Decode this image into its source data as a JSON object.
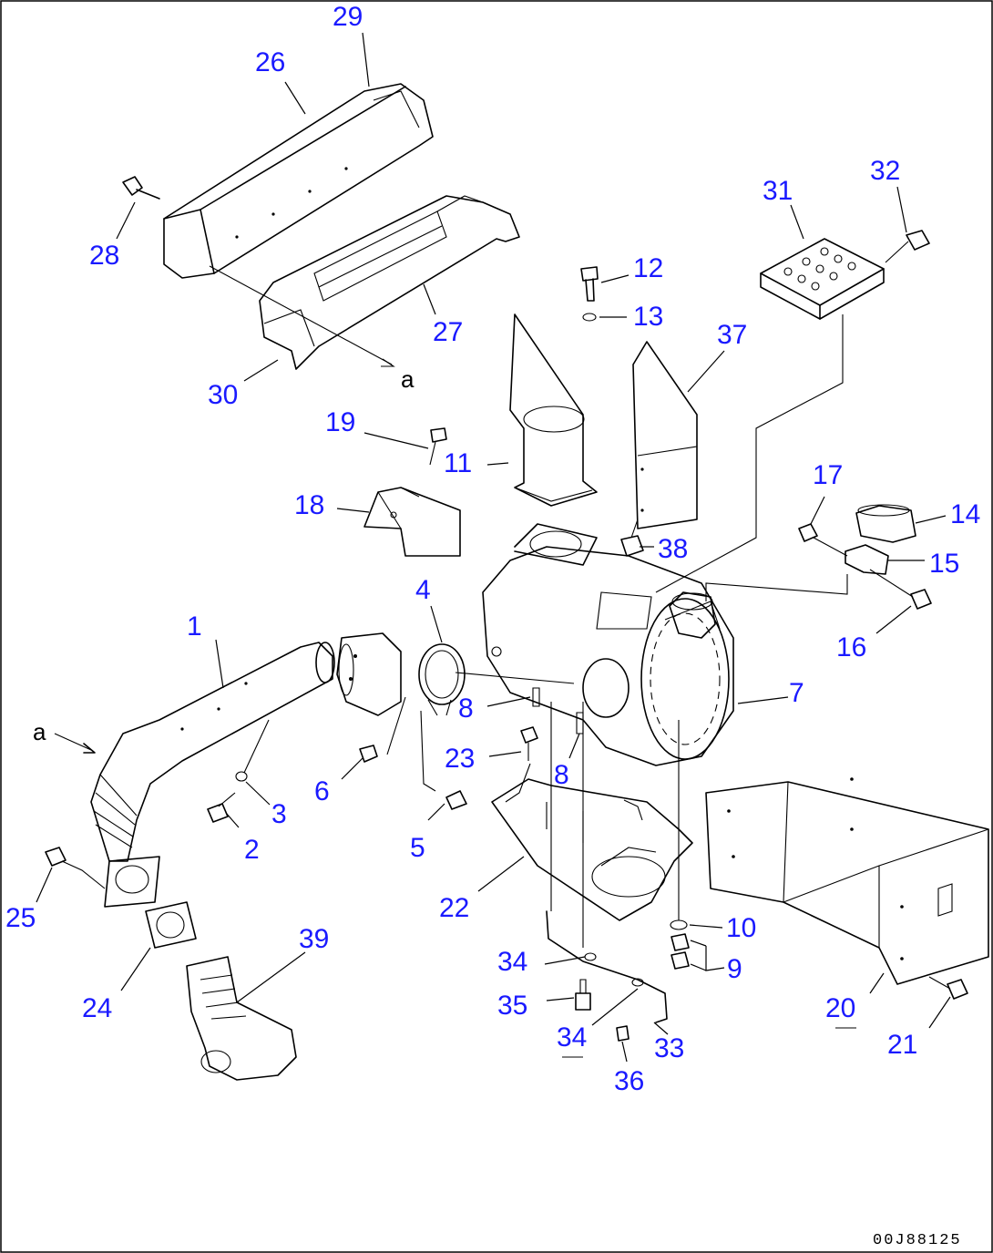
{
  "diagram": {
    "callouts": [
      {
        "id": "1",
        "text": "1"
      },
      {
        "id": "2",
        "text": "2"
      },
      {
        "id": "3",
        "text": "3"
      },
      {
        "id": "4",
        "text": "4"
      },
      {
        "id": "5",
        "text": "5"
      },
      {
        "id": "6",
        "text": "6"
      },
      {
        "id": "7",
        "text": "7"
      },
      {
        "id": "8a",
        "text": "8"
      },
      {
        "id": "8b",
        "text": "8"
      },
      {
        "id": "9",
        "text": "9"
      },
      {
        "id": "10",
        "text": "10"
      },
      {
        "id": "11",
        "text": "11"
      },
      {
        "id": "12",
        "text": "12"
      },
      {
        "id": "13",
        "text": "13"
      },
      {
        "id": "14",
        "text": "14"
      },
      {
        "id": "15",
        "text": "15"
      },
      {
        "id": "16",
        "text": "16"
      },
      {
        "id": "17",
        "text": "17"
      },
      {
        "id": "18",
        "text": "18"
      },
      {
        "id": "19",
        "text": "19"
      },
      {
        "id": "20",
        "text": "20"
      },
      {
        "id": "21",
        "text": "21"
      },
      {
        "id": "22",
        "text": "22"
      },
      {
        "id": "23",
        "text": "23"
      },
      {
        "id": "24",
        "text": "24"
      },
      {
        "id": "25",
        "text": "25"
      },
      {
        "id": "26",
        "text": "26"
      },
      {
        "id": "27",
        "text": "27"
      },
      {
        "id": "28",
        "text": "28"
      },
      {
        "id": "29",
        "text": "29"
      },
      {
        "id": "30",
        "text": "30"
      },
      {
        "id": "31",
        "text": "31"
      },
      {
        "id": "32",
        "text": "32"
      },
      {
        "id": "33",
        "text": "33"
      },
      {
        "id": "34a",
        "text": "34"
      },
      {
        "id": "34b",
        "text": "34"
      },
      {
        "id": "35",
        "text": "35"
      },
      {
        "id": "36",
        "text": "36"
      },
      {
        "id": "37",
        "text": "37"
      },
      {
        "id": "38",
        "text": "38"
      },
      {
        "id": "39",
        "text": "39"
      }
    ],
    "markers": {
      "marker_a_left": "a",
      "marker_a_right": "a"
    },
    "document_id": "00J88125",
    "colors": {
      "callout": "#1a1aff",
      "line": "#000000",
      "background": "#ffffff"
    }
  }
}
